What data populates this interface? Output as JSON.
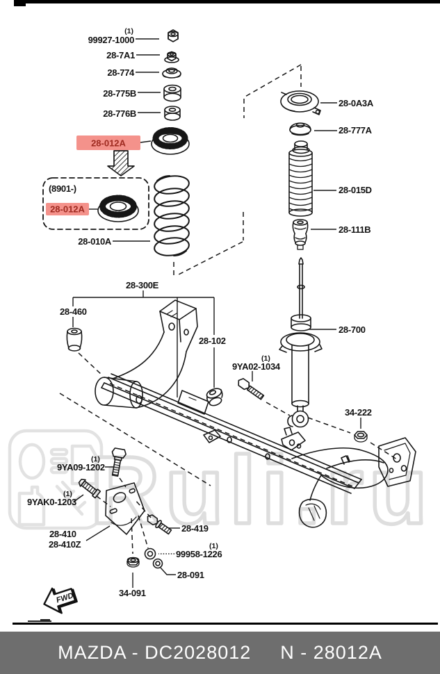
{
  "watermark": {
    "text": "Ruli.ru"
  },
  "colors": {
    "highlight_bg": "#f4928b",
    "highlight_text": "#9e2a20",
    "line_art": "#161616",
    "watermark_gray": "#e2e2e2",
    "footer_bar": "#6e6e6e"
  },
  "diagram": {
    "note_box_label": "(8901-)",
    "fwd_label": "FWD"
  },
  "labels": {
    "l99927": {
      "qty": "(1)",
      "text": "99927-1000"
    },
    "l287a1": {
      "text": "28-7A1"
    },
    "l28774": {
      "text": "28-774"
    },
    "l28775b": {
      "text": "28-775B"
    },
    "l28776b": {
      "text": "28-776B"
    },
    "l28012a_top": {
      "text": "28-012A"
    },
    "l28012a_box": {
      "text": "28-012A"
    },
    "l28010a": {
      "text": "28-010A"
    },
    "l28300e": {
      "text": "28-300E"
    },
    "l28460": {
      "text": "28-460"
    },
    "l28102": {
      "text": "28-102"
    },
    "l280a3a": {
      "text": "28-0A3A"
    },
    "l28777a": {
      "text": "28-777A"
    },
    "l28015d": {
      "text": "28-015D"
    },
    "l28111b": {
      "text": "28-111B"
    },
    "l28700": {
      "text": "28-700"
    },
    "l9ya02": {
      "qty": "(1)",
      "text": "9YA02-1034"
    },
    "l34222": {
      "text": "34-222"
    },
    "l9ya09": {
      "qty": "(1)",
      "text": "9YA09-1202"
    },
    "l9yak0": {
      "qty": "(1)",
      "text": "9YAK0-1203"
    },
    "l28410": {
      "text": "28-410"
    },
    "l28410z": {
      "text": "28-410Z"
    },
    "l28419": {
      "text": "28-419"
    },
    "l99958": {
      "qty": "(1)",
      "text": "99958-1226"
    },
    "l28091": {
      "text": "28-091"
    },
    "l34091": {
      "text": "34-091"
    }
  },
  "footer": {
    "left": "MAZDA - DC2028012",
    "right": "N - 28012A"
  }
}
